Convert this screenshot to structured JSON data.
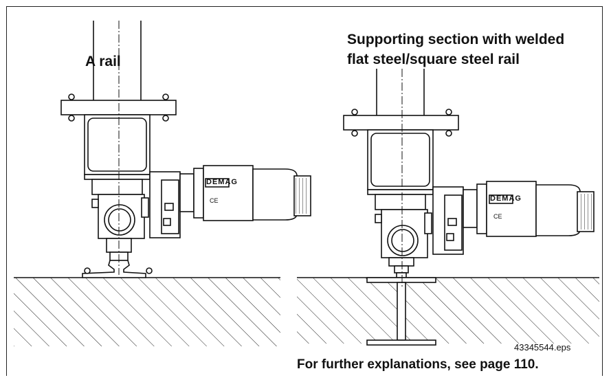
{
  "labels": {
    "left_title": "A rail",
    "right_title_line1": "Supporting section with welded",
    "right_title_line2": "flat steel/square steel rail",
    "file_ref": "43345544.eps",
    "footer": "For further explanations, see page 110."
  },
  "motor_labels": {
    "brand": "DEMAG",
    "mark": "CE"
  },
  "colors": {
    "line": "#111111",
    "background": "#ffffff"
  }
}
